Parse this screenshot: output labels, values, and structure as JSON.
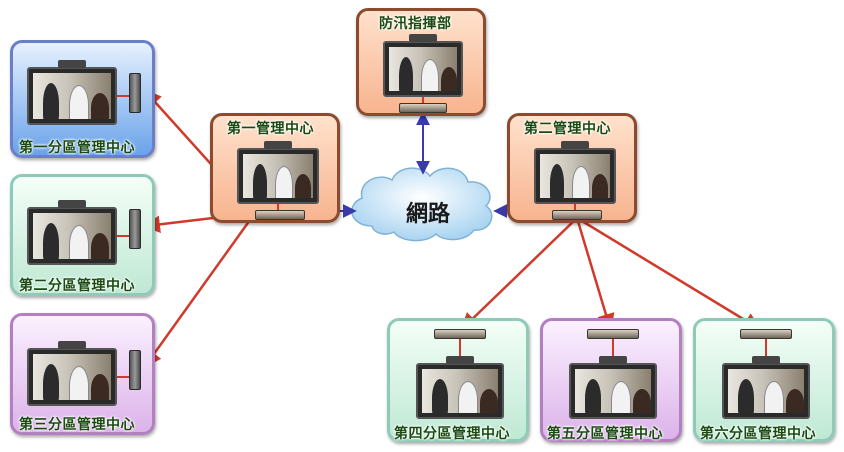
{
  "network": {
    "label": "網路"
  },
  "centers": {
    "command": {
      "label": "防汛指揮部"
    },
    "mgmt1": {
      "label": "第一管理中心"
    },
    "mgmt2": {
      "label": "第二管理中心"
    }
  },
  "branches": [
    {
      "label": "第一分區管理中心"
    },
    {
      "label": "第二分區管理中心"
    },
    {
      "label": "第三分區管理中心"
    },
    {
      "label": "第四分區管理中心"
    },
    {
      "label": "第五分區管理中心"
    },
    {
      "label": "第六分區管理中心"
    }
  ],
  "colors": {
    "link_red": "#d13a2a",
    "link_blue": "#3a3aa8",
    "cloud": "#cfe6f7"
  }
}
